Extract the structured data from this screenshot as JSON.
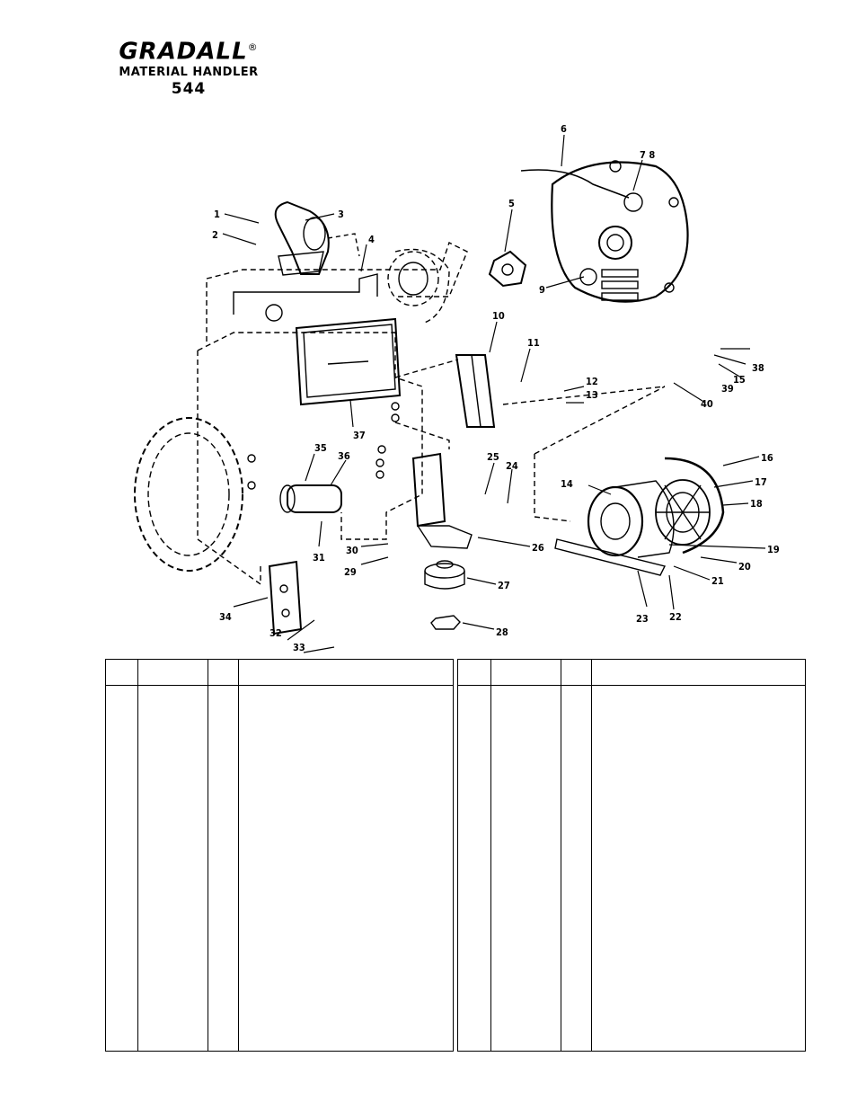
{
  "header": {
    "brand": "GRADALL",
    "registered": "®",
    "subtitle": "MATERIAL HANDLER",
    "model": "544"
  },
  "diagram": {
    "callouts": [
      "1",
      "2",
      "3",
      "4",
      "5",
      "6",
      "7",
      "8",
      "9",
      "10",
      "11",
      "12",
      "13",
      "14",
      "15",
      "16",
      "17",
      "18",
      "19",
      "20",
      "21",
      "22",
      "23",
      "24",
      "25",
      "26",
      "27",
      "28",
      "29",
      "30",
      "31",
      "32",
      "33",
      "34",
      "35",
      "36",
      "37",
      "38",
      "39",
      "40"
    ],
    "special_labels": {
      "seven_eight": "7  8"
    }
  },
  "tables": {
    "left": {
      "columns": 4
    },
    "right": {
      "columns": 4
    }
  }
}
